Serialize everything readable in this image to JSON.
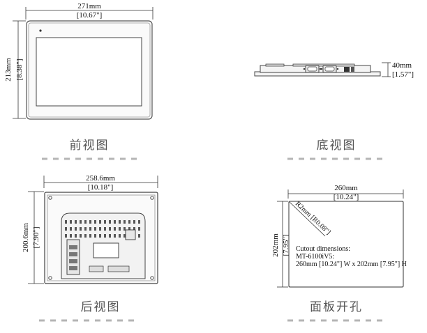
{
  "front": {
    "width_mm": "271mm",
    "width_in": "[10.67\"]",
    "height_mm": "213mm",
    "height_in": "[8.38\"]",
    "caption": "前视图"
  },
  "bottom": {
    "depth_mm": "40mm",
    "depth_in": "[1.57\"]",
    "caption": "底视图"
  },
  "back": {
    "width_mm": "258.6mm",
    "width_in": "[10.18\"]",
    "height_mm": "200.6mm",
    "height_in": "[7.90\"]",
    "caption": "后视图"
  },
  "cutout": {
    "width_mm": "260mm",
    "width_in": "[10.24\"]",
    "height_mm": "202mm",
    "height_in": "[7.95\"]",
    "radius_label": "R2mm [R0.08\"]",
    "note_title": "Cutout dimensions:",
    "note_model": "MT-6100iV5:",
    "note_size": "260mm [10.24\"] W x 202mm [7.95\"] H",
    "caption": "面板开孔"
  }
}
